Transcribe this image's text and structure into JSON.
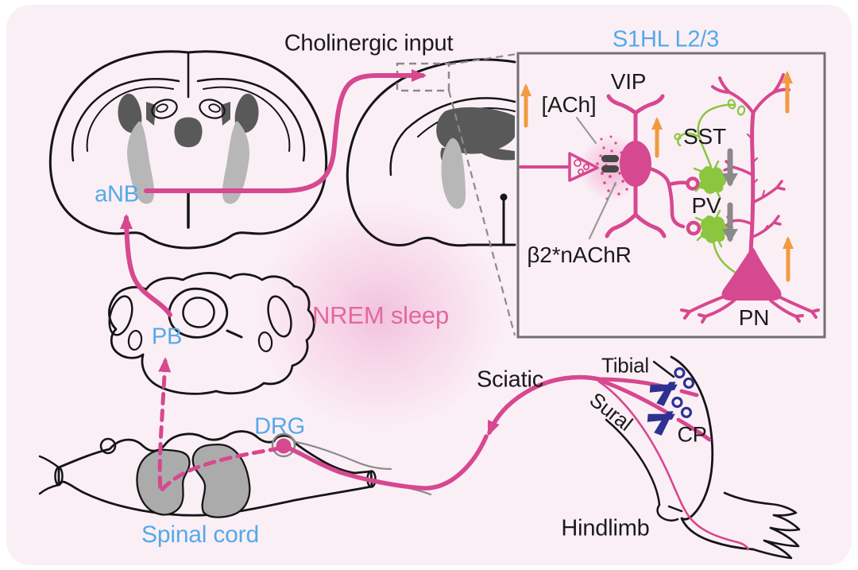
{
  "colors": {
    "pink": "#D6488F",
    "blue": "#55A9E8",
    "orange": "#F09B40",
    "green": "#8CC63F",
    "gray-arrow": "#8A8A8A",
    "scissors": "#2E3192",
    "background": "#FBEFF6",
    "dark-structure": "#595959",
    "light-structure": "#B7B7B7",
    "nrem-text": "#E5679F",
    "label-dark": "#1B1B1B"
  },
  "labels": {
    "cholinergic_input": "Cholinergic input",
    "nrem_sleep": "NREM sleep",
    "anb": "aNB",
    "pb": "PB",
    "drg": "DRG",
    "spinal_cord": "Spinal cord",
    "hindlimb": "Hindlimb",
    "sciatic": "Sciatic",
    "tibial": "Tibial",
    "sural": "Sural",
    "cp": "CP"
  },
  "inset": {
    "title": "S1HL L2/3",
    "ach": "[ACh]",
    "receptor": "β2*nAChR",
    "vip": "VIP",
    "sst": "SST",
    "pv": "PV",
    "pn": "PN"
  },
  "icons": {
    "scissors": "nerve-transection",
    "up_arrow": "activity-increase",
    "down_arrow": "activity-decrease"
  }
}
